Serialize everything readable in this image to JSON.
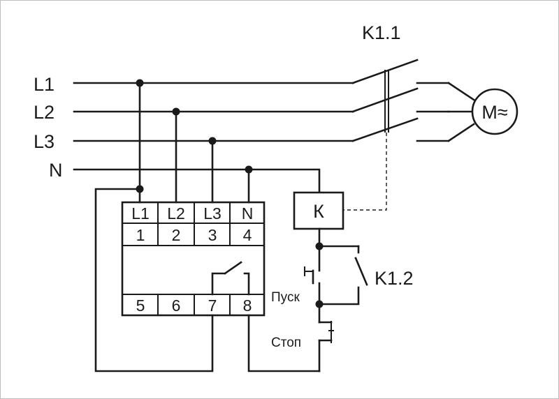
{
  "labels": {
    "phase_l1": "L1",
    "phase_l2": "L2",
    "phase_l3": "L3",
    "neutral": "N",
    "main_contacts": "K1.1",
    "aux_contact": "K1.2",
    "motor": "M≈",
    "coil": "К",
    "start": "Пуск",
    "stop": "Стоп"
  },
  "relay": {
    "top_terminals": [
      "L1",
      "L2",
      "L3",
      "N"
    ],
    "top_numbers": [
      "1",
      "2",
      "3",
      "4"
    ],
    "bottom_numbers": [
      "5",
      "6",
      "7",
      "8"
    ]
  }
}
